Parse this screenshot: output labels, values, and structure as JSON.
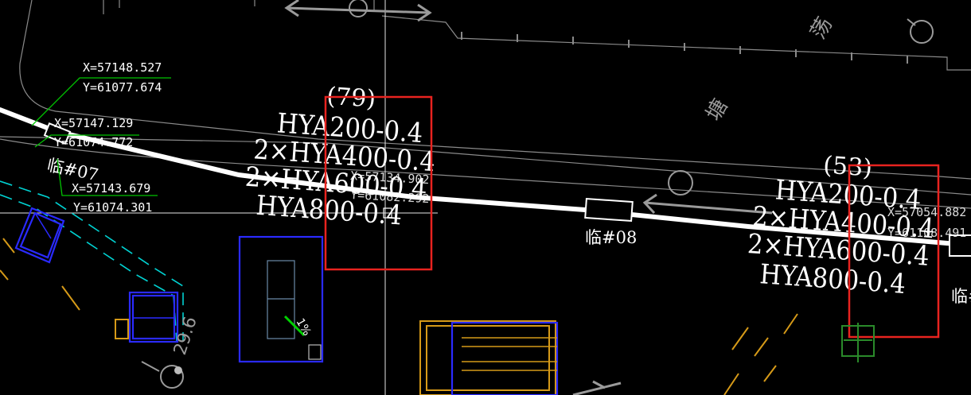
{
  "coordinates": {
    "c1_x": "X=57148.527",
    "c1_y": "Y=61077.674",
    "c2_x": "X=57147.129",
    "c2_y": "Y=61074.772",
    "c3_x": "X=57143.679",
    "c3_y": "Y=61074.301",
    "c4_x": "X=57134.902",
    "c4_y": "Y=61082.292",
    "c5_x": "X=57054.882",
    "c5_y": "Y=61108.491"
  },
  "poles": {
    "p07": "临#07",
    "p08": "临#08",
    "p09": "临#"
  },
  "group_left": {
    "number": "(79)",
    "line1": "HYA200-0.4",
    "line2": "2×HYA400-0.4",
    "line3": "2×HYA600-0.4",
    "line4": "HYA800-0.4"
  },
  "group_right": {
    "number": "(53)",
    "line1": "HYA200-0.4",
    "line2": "2×HYA400-0.4",
    "line3": "2×HYA600-0.4",
    "line4": "HYA800-0.4"
  },
  "map_labels": {
    "chinese_top": "荡",
    "chinese_mid": "塘",
    "slope": "1%",
    "dimension": "29.6"
  },
  "colors": {
    "background": "#000000",
    "highlight": "#e8231f",
    "leader": "#00c400",
    "building": "#2a2aff",
    "boundary": "#00d2d2",
    "equipment": "#d69a18"
  }
}
